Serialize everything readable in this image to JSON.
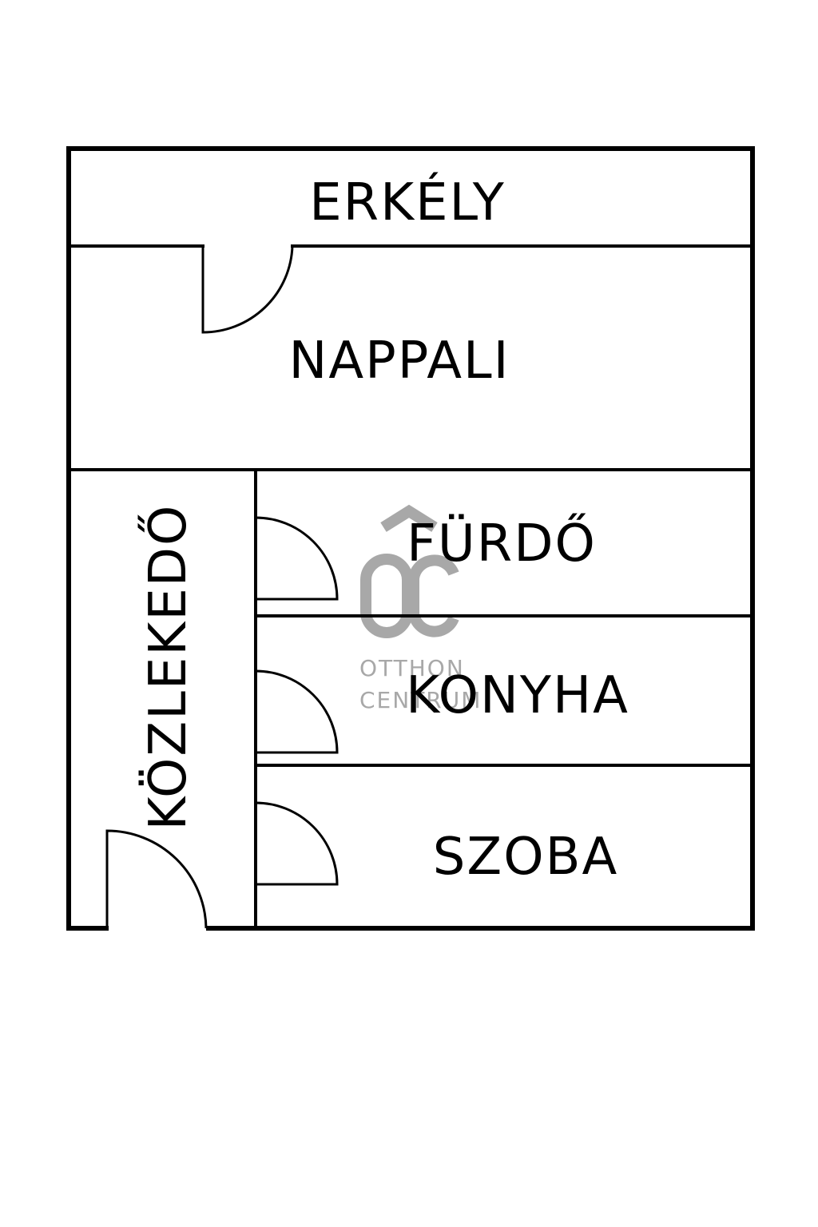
{
  "rooms": {
    "erkely": "ERKÉLY",
    "nappali": "NAPPALI",
    "kozlekedo": "KÖZLEKEDŐ",
    "furdo": "FÜRDŐ",
    "konyha": "KONYHA",
    "szoba": "SZOBA"
  },
  "watermark": {
    "mark": "OC",
    "line1": "OTTHON",
    "line2": "CENTRUM"
  },
  "colors": {
    "walls": "#000000",
    "watermark": "#a8a8a8",
    "background": "#ffffff"
  }
}
